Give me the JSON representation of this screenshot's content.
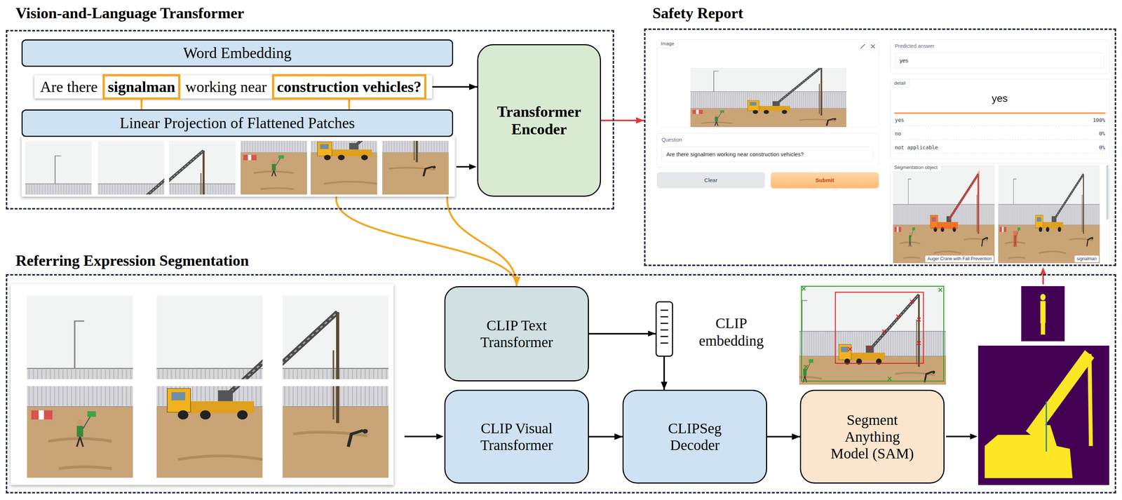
{
  "diagram": {
    "nodes": [
      {
        "text": [
          "Vision-and-Language Transformer"
        ]
      },
      {
        "text": [
          "Word Embedding"
        ],
        "in": 0
      },
      {
        "text": [
          "Are there",
          "working near"
        ],
        "in": 0
      },
      {
        "text": [
          "signalman"
        ],
        "in": 2
      },
      {
        "text": [
          "construction vehicles?"
        ],
        "in": 2
      },
      {
        "text": [
          "Linear Projection of Flattened Patches"
        ],
        "in": 0
      },
      {
        "text": [
          "Transformer Encoder"
        ],
        "in": 0
      },
      {
        "text": [
          "Safety Report"
        ]
      },
      {
        "text": [
          "Image"
        ],
        "in": 7
      },
      {
        "text": [
          "Question",
          "Are there signalmen working near construction vehicles?"
        ],
        "in": 7
      },
      {
        "text": [
          "Clear"
        ],
        "in": 7
      },
      {
        "text": [
          "Submit"
        ],
        "in": 7
      },
      {
        "text": [
          "Predicted answer",
          "yes"
        ],
        "in": 7
      },
      {
        "text": [
          "detail",
          "yes",
          "yes",
          "100%",
          "no",
          "0%",
          "not applicable",
          "0%"
        ],
        "in": 7
      },
      {
        "text": [
          "Segmentation object"
        ],
        "in": 7
      },
      {
        "text": [
          "Auger Crane with Fall Prevention"
        ],
        "in": 14
      },
      {
        "text": [
          "signalman"
        ],
        "in": 14
      },
      {
        "text": [
          "Referring Expression Segmentation"
        ]
      },
      {
        "text": [
          "CLIP Text Transformer"
        ],
        "in": 17
      },
      {
        "text": [
          "CLIP Visual Transformer"
        ],
        "in": 17
      },
      {
        "text": [
          "CLIPSeg Decoder"
        ],
        "in": 17
      },
      {
        "text": [
          "Segment Anything Model (SAM)"
        ],
        "in": 17
      }
    ],
    "edges": [
      {
        "from": 2,
        "to": 6,
        "arrow": "to"
      },
      {
        "from": 6,
        "to": 7,
        "arrow": "to"
      },
      {
        "from": 3,
        "to": 18,
        "arrow": "to"
      },
      {
        "from": 4,
        "to": 18,
        "arrow": "to"
      },
      {
        "from": 18,
        "to": 20,
        "arrow": "to"
      },
      {
        "from": 19,
        "to": 20,
        "arrow": "to"
      },
      {
        "from": 20,
        "to": 21,
        "arrow": "to"
      }
    ],
    "labels": [
      "CLIP embedding"
    ]
  }
}
